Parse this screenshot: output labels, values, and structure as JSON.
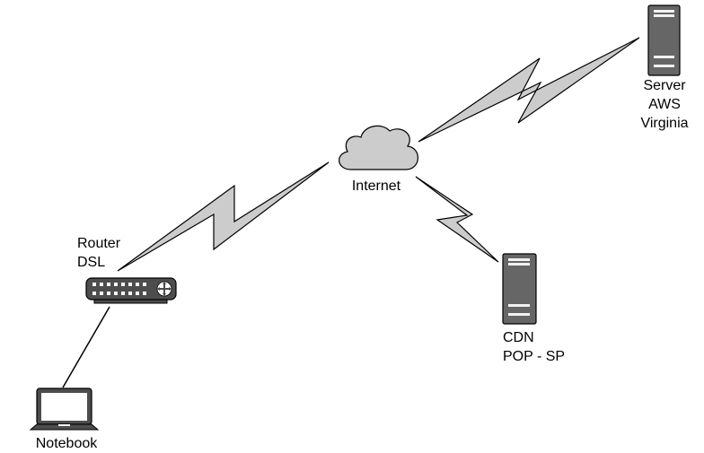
{
  "diagram": {
    "nodes": {
      "server": {
        "lines": [
          "Server",
          "AWS",
          "Virginia"
        ],
        "icon": "server-icon"
      },
      "internet": {
        "label": "Internet",
        "icon": "cloud-icon"
      },
      "router": {
        "lines": [
          "Router",
          "DSL"
        ],
        "icon": "router-icon"
      },
      "cdn": {
        "lines": [
          "CDN",
          "POP - SP"
        ],
        "icon": "server-icon"
      },
      "notebook": {
        "label": "Notebook",
        "icon": "laptop-icon"
      }
    },
    "colors": {
      "lightning_fill": "#cccccc",
      "cloud_fill": "#cccccc",
      "server_fill": "#666666",
      "device_fill": "#4d4d4d",
      "stroke": "#000000"
    }
  }
}
